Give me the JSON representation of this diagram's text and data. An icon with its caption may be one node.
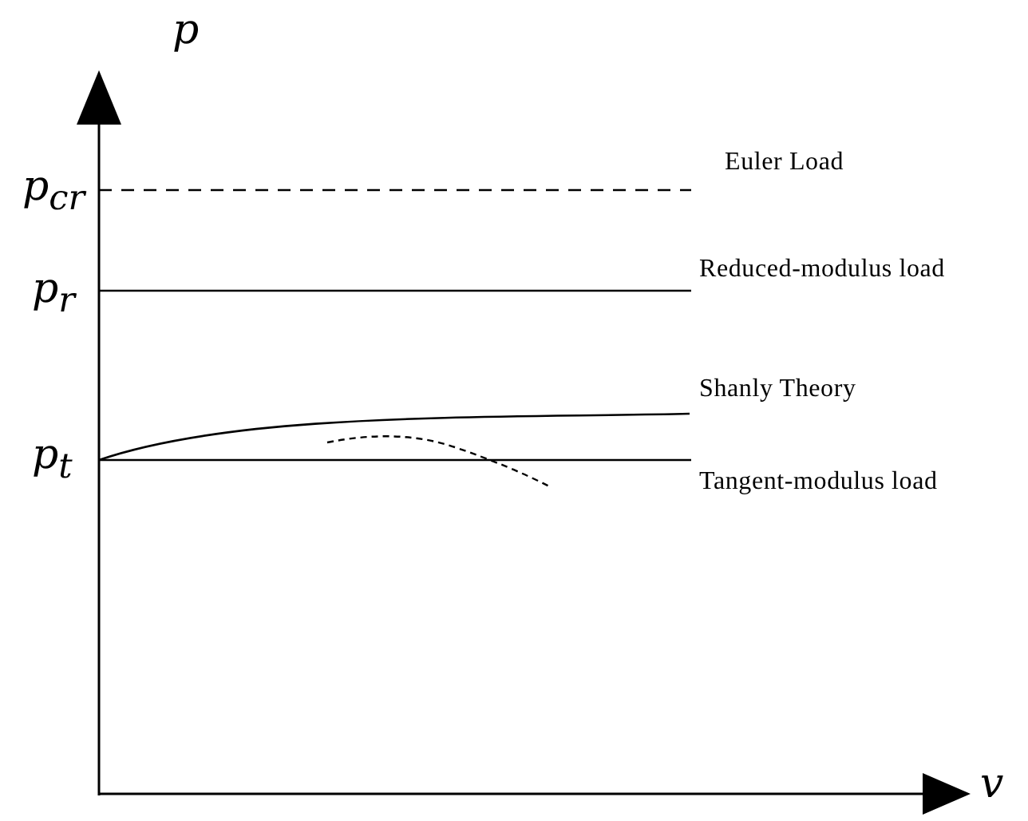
{
  "diagram": {
    "labels": [
      "p",
      "p$_{cr}$",
      "p$_{r}$",
      "p$_{t}$",
      "Euler Load",
      "Reduced-modulus load",
      "Shanly Theory",
      "Tangent-modulus load",
      "v"
    ]
  }
}
